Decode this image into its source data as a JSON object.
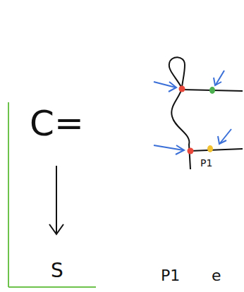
{
  "diagram": {
    "labels": [
      "C=",
      "S",
      "P1",
      "P1",
      "e"
    ]
  }
}
